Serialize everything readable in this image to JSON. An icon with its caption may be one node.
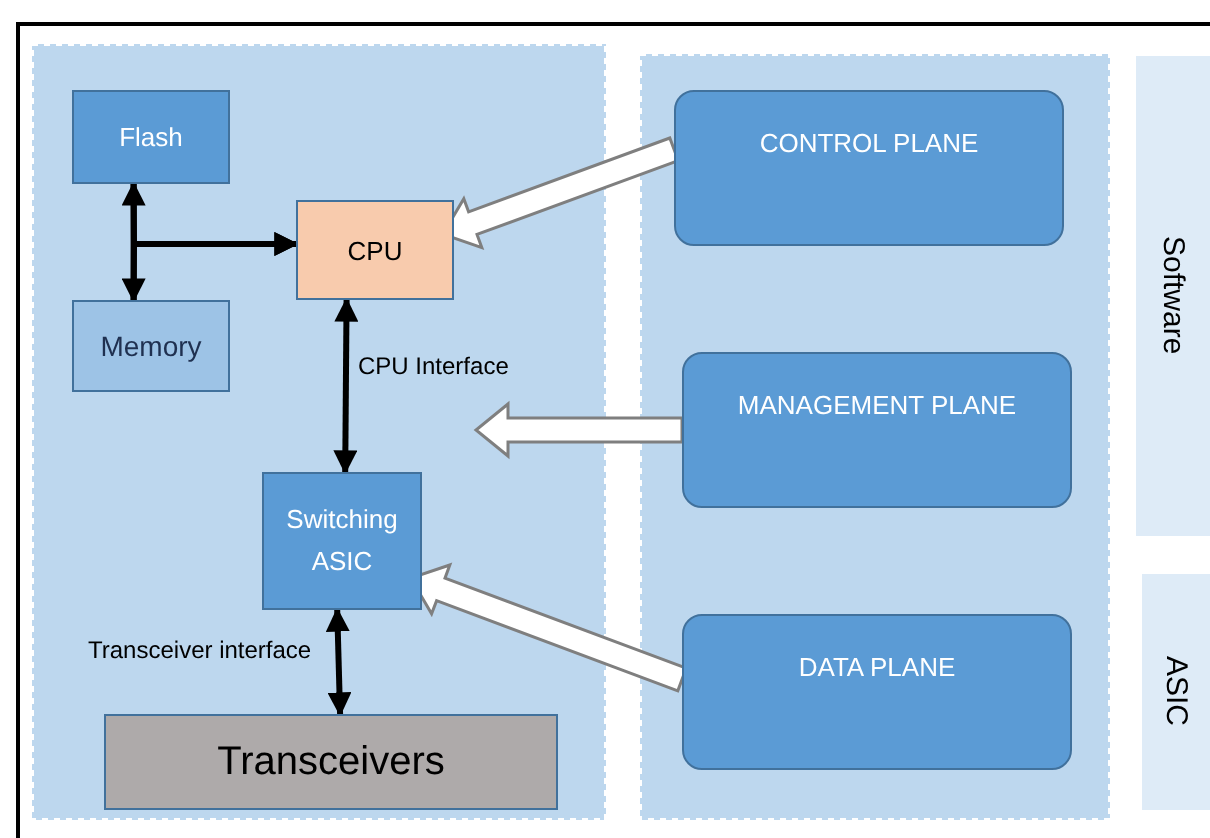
{
  "diagram": {
    "nodes": [
      {
        "text": [
          "Flash"
        ]
      },
      {
        "text": [
          "CPU"
        ]
      },
      {
        "text": [
          "Memory"
        ]
      },
      {
        "text": [
          "Switching ASIC"
        ]
      },
      {
        "text": [
          "Transceivers"
        ]
      },
      {
        "text": [
          "CONTROL PLANE"
        ]
      },
      {
        "text": [
          "MANAGEMENT PLANE"
        ]
      },
      {
        "text": [
          "DATA PLANE"
        ]
      },
      {
        "text": [
          "Software"
        ]
      },
      {
        "text": [
          "ASIC"
        ]
      }
    ],
    "edges": [
      {
        "from": 0,
        "to": 2,
        "arrow": "both"
      },
      {
        "from": 0,
        "to": 1,
        "arrow": "to"
      },
      {
        "from": 2,
        "to": 1,
        "arrow": "to"
      },
      {
        "from": 1,
        "to": 3,
        "arrow": "both",
        "label": "CPU Interface"
      },
      {
        "from": 3,
        "to": 4,
        "arrow": "both",
        "label": "Transceiver interface"
      },
      {
        "from": 5,
        "to": 1,
        "arrow": "to",
        "style": "thick",
        "color": "#ffffff"
      },
      {
        "from": 6,
        "to": null,
        "arrow": "to",
        "style": "thick",
        "color": "#ffffff"
      },
      {
        "from": 7,
        "to": 3,
        "arrow": "to",
        "style": "thick",
        "color": "#ffffff"
      }
    ]
  }
}
